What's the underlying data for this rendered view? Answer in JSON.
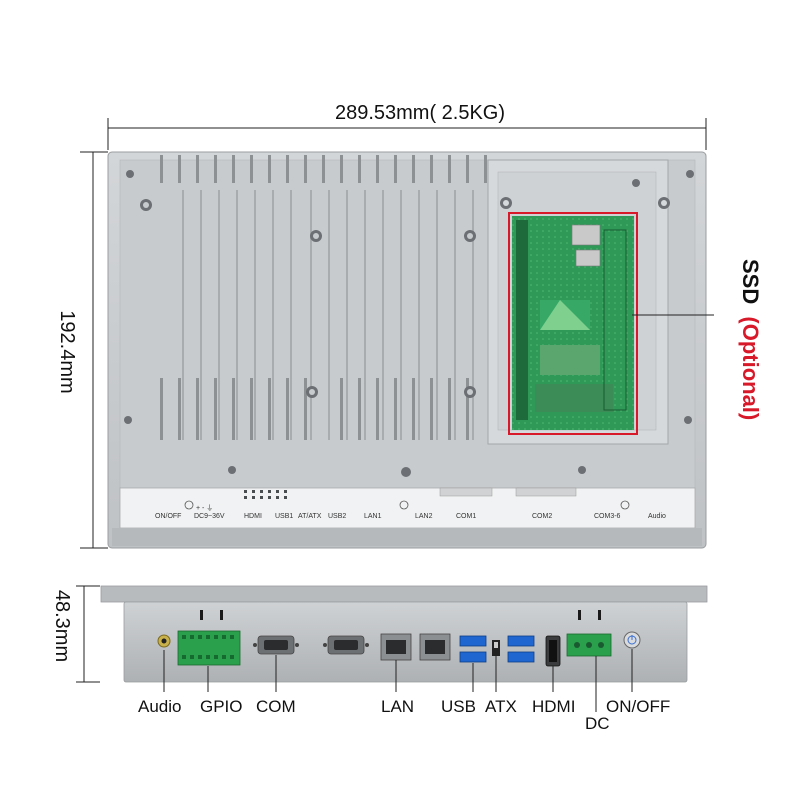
{
  "dimensions": {
    "width_label": "289.53mm( 2.5KG)",
    "height_label": "192.4mm",
    "depth_label": "48.3mm"
  },
  "ssd": {
    "label": "SSD",
    "optional": "(Optional)"
  },
  "back_port_labels": [
    "ON/OFF",
    "+ - ⏚",
    "DC9~36V",
    "HDMI",
    "USB1",
    "AT/ATX",
    "USB2",
    "LAN1",
    "LAN2",
    "COM1",
    "COM2",
    "COM3-6",
    "Audio"
  ],
  "side_ports": {
    "audio": "Audio",
    "gpio": "GPIO",
    "com": "COM",
    "lan": "LAN",
    "usb": "USB",
    "atx": "ATX",
    "hdmi": "HDMI",
    "dc": "DC",
    "onoff": "ON/OFF"
  },
  "colors": {
    "ssd_red": "#d8192a",
    "pcb_green": "#2f9a58",
    "gpio_green": "#2aa04c",
    "usb_blue": "#1f66d1",
    "chassis": "#c9cccf"
  }
}
